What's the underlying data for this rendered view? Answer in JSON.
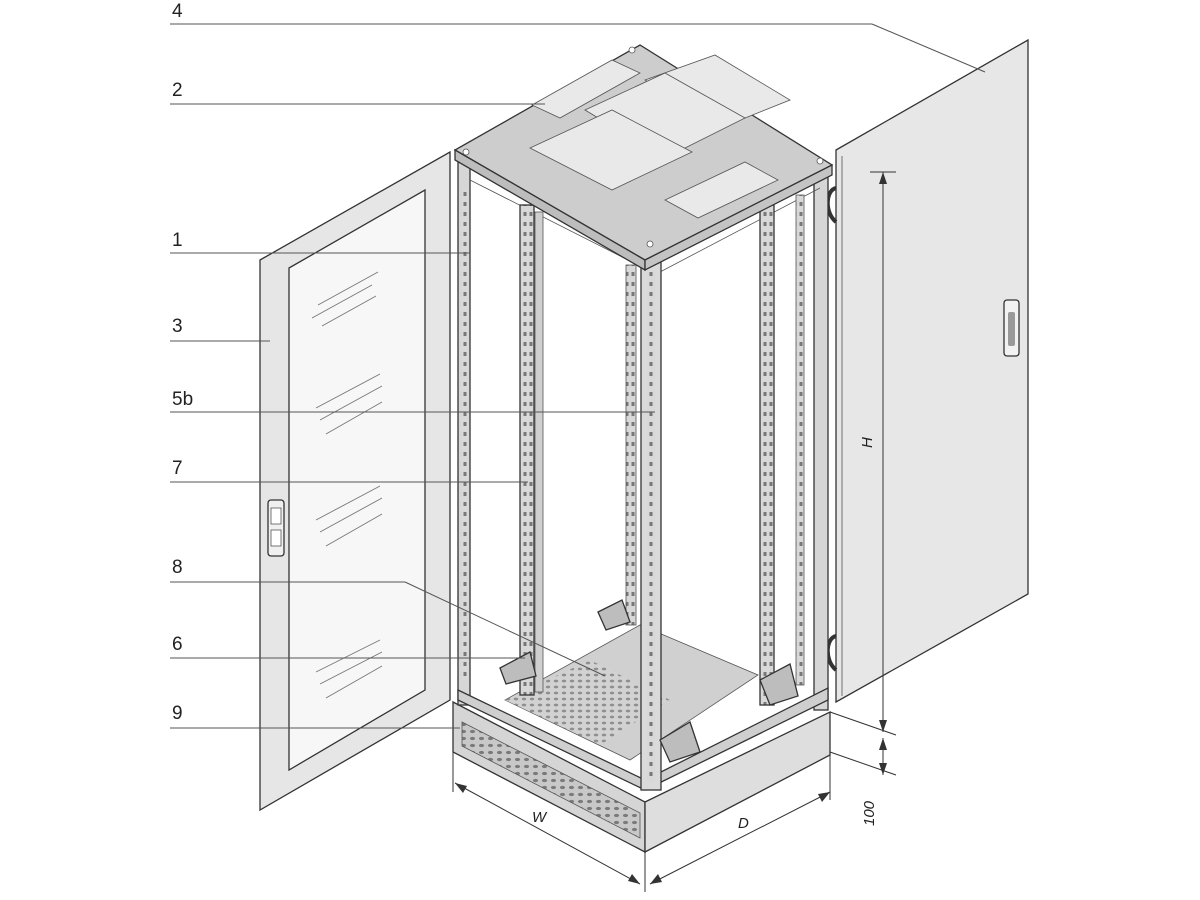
{
  "callouts": [
    {
      "label": "4"
    },
    {
      "label": "2"
    },
    {
      "label": "1"
    },
    {
      "label": "3"
    },
    {
      "label": "5b"
    },
    {
      "label": "7"
    },
    {
      "label": "8"
    },
    {
      "label": "6"
    },
    {
      "label": "9"
    }
  ],
  "dimensions": {
    "height": "H",
    "width": "W",
    "depth": "D",
    "plinth": "100"
  },
  "colors": {
    "panel": "#e6e6e6",
    "panel_dark": "#c9c9c9",
    "frame": "#d4d4d4",
    "line": "#333333",
    "background": "#ffffff"
  }
}
